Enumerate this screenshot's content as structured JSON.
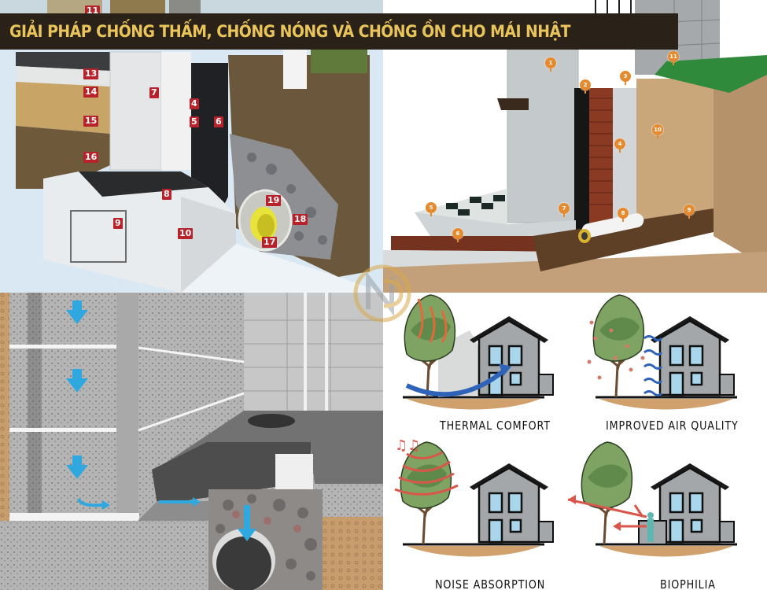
{
  "banner": {
    "title": "GIẢI PHÁP CHỐNG THẤM, CHỐNG NÓNG VÀ CHỐNG ỒN CHO MÁI NHẬT",
    "background": "#2a2219",
    "text_color": "#e9c45a"
  },
  "panels": {
    "top_left": {
      "description": "foundation waterproofing cross-section with numbered layers",
      "labels": [
        "11",
        "13",
        "14",
        "15",
        "16",
        "7",
        "4",
        "5",
        "6",
        "8",
        "9",
        "10",
        "19",
        "18",
        "17"
      ],
      "label_color": "#b8232b"
    },
    "top_right": {
      "description": "basement wall waterproofing cross-section with numbered pins",
      "pins": [
        "1",
        "2",
        "3",
        "4",
        "5",
        "6",
        "7",
        "8",
        "9",
        "10",
        "11"
      ],
      "pin_color": "#e58a2e"
    },
    "bottom_left": {
      "description": "block wall water drainage with blue flow arrows into perimeter drain pipe",
      "arrow_color": "#2fa8e0"
    },
    "bottom_right": {
      "description": "green roof / tree benefits illustrations",
      "captions": [
        "THERMAL COMFORT",
        "IMPROVED AIR QUALITY",
        "NOISE ABSORPTION",
        "BIOPHILIA"
      ]
    }
  },
  "watermark": {
    "letters": "ND",
    "color": "#d9a94a"
  }
}
